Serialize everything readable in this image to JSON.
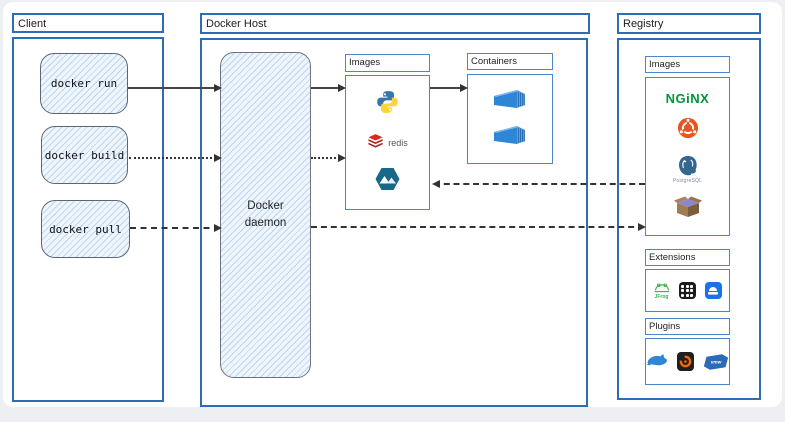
{
  "colors": {
    "outer_border": "#2e6db4",
    "inner_border": "#4a86c8",
    "arrow": "#333333",
    "sketch_fill": "#eef5fd",
    "nginx_green": "#009639",
    "ubuntu_orange": "#e95420",
    "container_blue": "#2e86d4",
    "page_background": "#edeff2"
  },
  "client": {
    "title": "Client",
    "commands": [
      {
        "label": "docker run"
      },
      {
        "label": "docker build"
      },
      {
        "label": "docker pull"
      }
    ]
  },
  "docker_host": {
    "title": "Docker Host",
    "daemon_label": "Docker daemon",
    "images": {
      "title": "Images",
      "items": [
        {
          "icon": "python-icon",
          "label": ""
        },
        {
          "icon": "redis-icon",
          "label": "redis"
        },
        {
          "icon": "alpine-icon",
          "label": ""
        }
      ]
    },
    "containers": {
      "title": "Containers",
      "container_count": 2,
      "icon": "container-icon"
    }
  },
  "registry": {
    "title": "Registry",
    "images": {
      "title": "Images",
      "items": [
        {
          "icon": "nginx-logo",
          "label": "NGiNX"
        },
        {
          "icon": "ubuntu-icon",
          "label": ""
        },
        {
          "icon": "postgresql-icon",
          "label": "PostgreSQL"
        },
        {
          "icon": "package-box-icon",
          "label": ""
        }
      ]
    },
    "extensions": {
      "title": "Extensions",
      "items": [
        {
          "icon": "jfrog-icon",
          "label": "JFrog"
        },
        {
          "icon": "app-grid-icon",
          "label": ""
        },
        {
          "icon": "storage-app-icon",
          "label": ""
        }
      ]
    },
    "plugins": {
      "title": "Plugins",
      "items": [
        {
          "icon": "whale-icon",
          "label": ""
        },
        {
          "icon": "grafana-icon",
          "label": ""
        },
        {
          "icon": "vmware-icon",
          "label": "vmw"
        }
      ]
    }
  },
  "arrows": [
    {
      "name": "docker-run-to-daemon",
      "style": "solid"
    },
    {
      "name": "daemon-to-images-run",
      "style": "solid"
    },
    {
      "name": "images-to-containers",
      "style": "solid"
    },
    {
      "name": "docker-build-to-daemon",
      "style": "dotted"
    },
    {
      "name": "daemon-to-images-build",
      "style": "dotted"
    },
    {
      "name": "docker-pull-to-daemon",
      "style": "dashed"
    },
    {
      "name": "daemon-to-registry",
      "style": "dashed"
    },
    {
      "name": "registry-to-local-images",
      "style": "dashed"
    }
  ]
}
